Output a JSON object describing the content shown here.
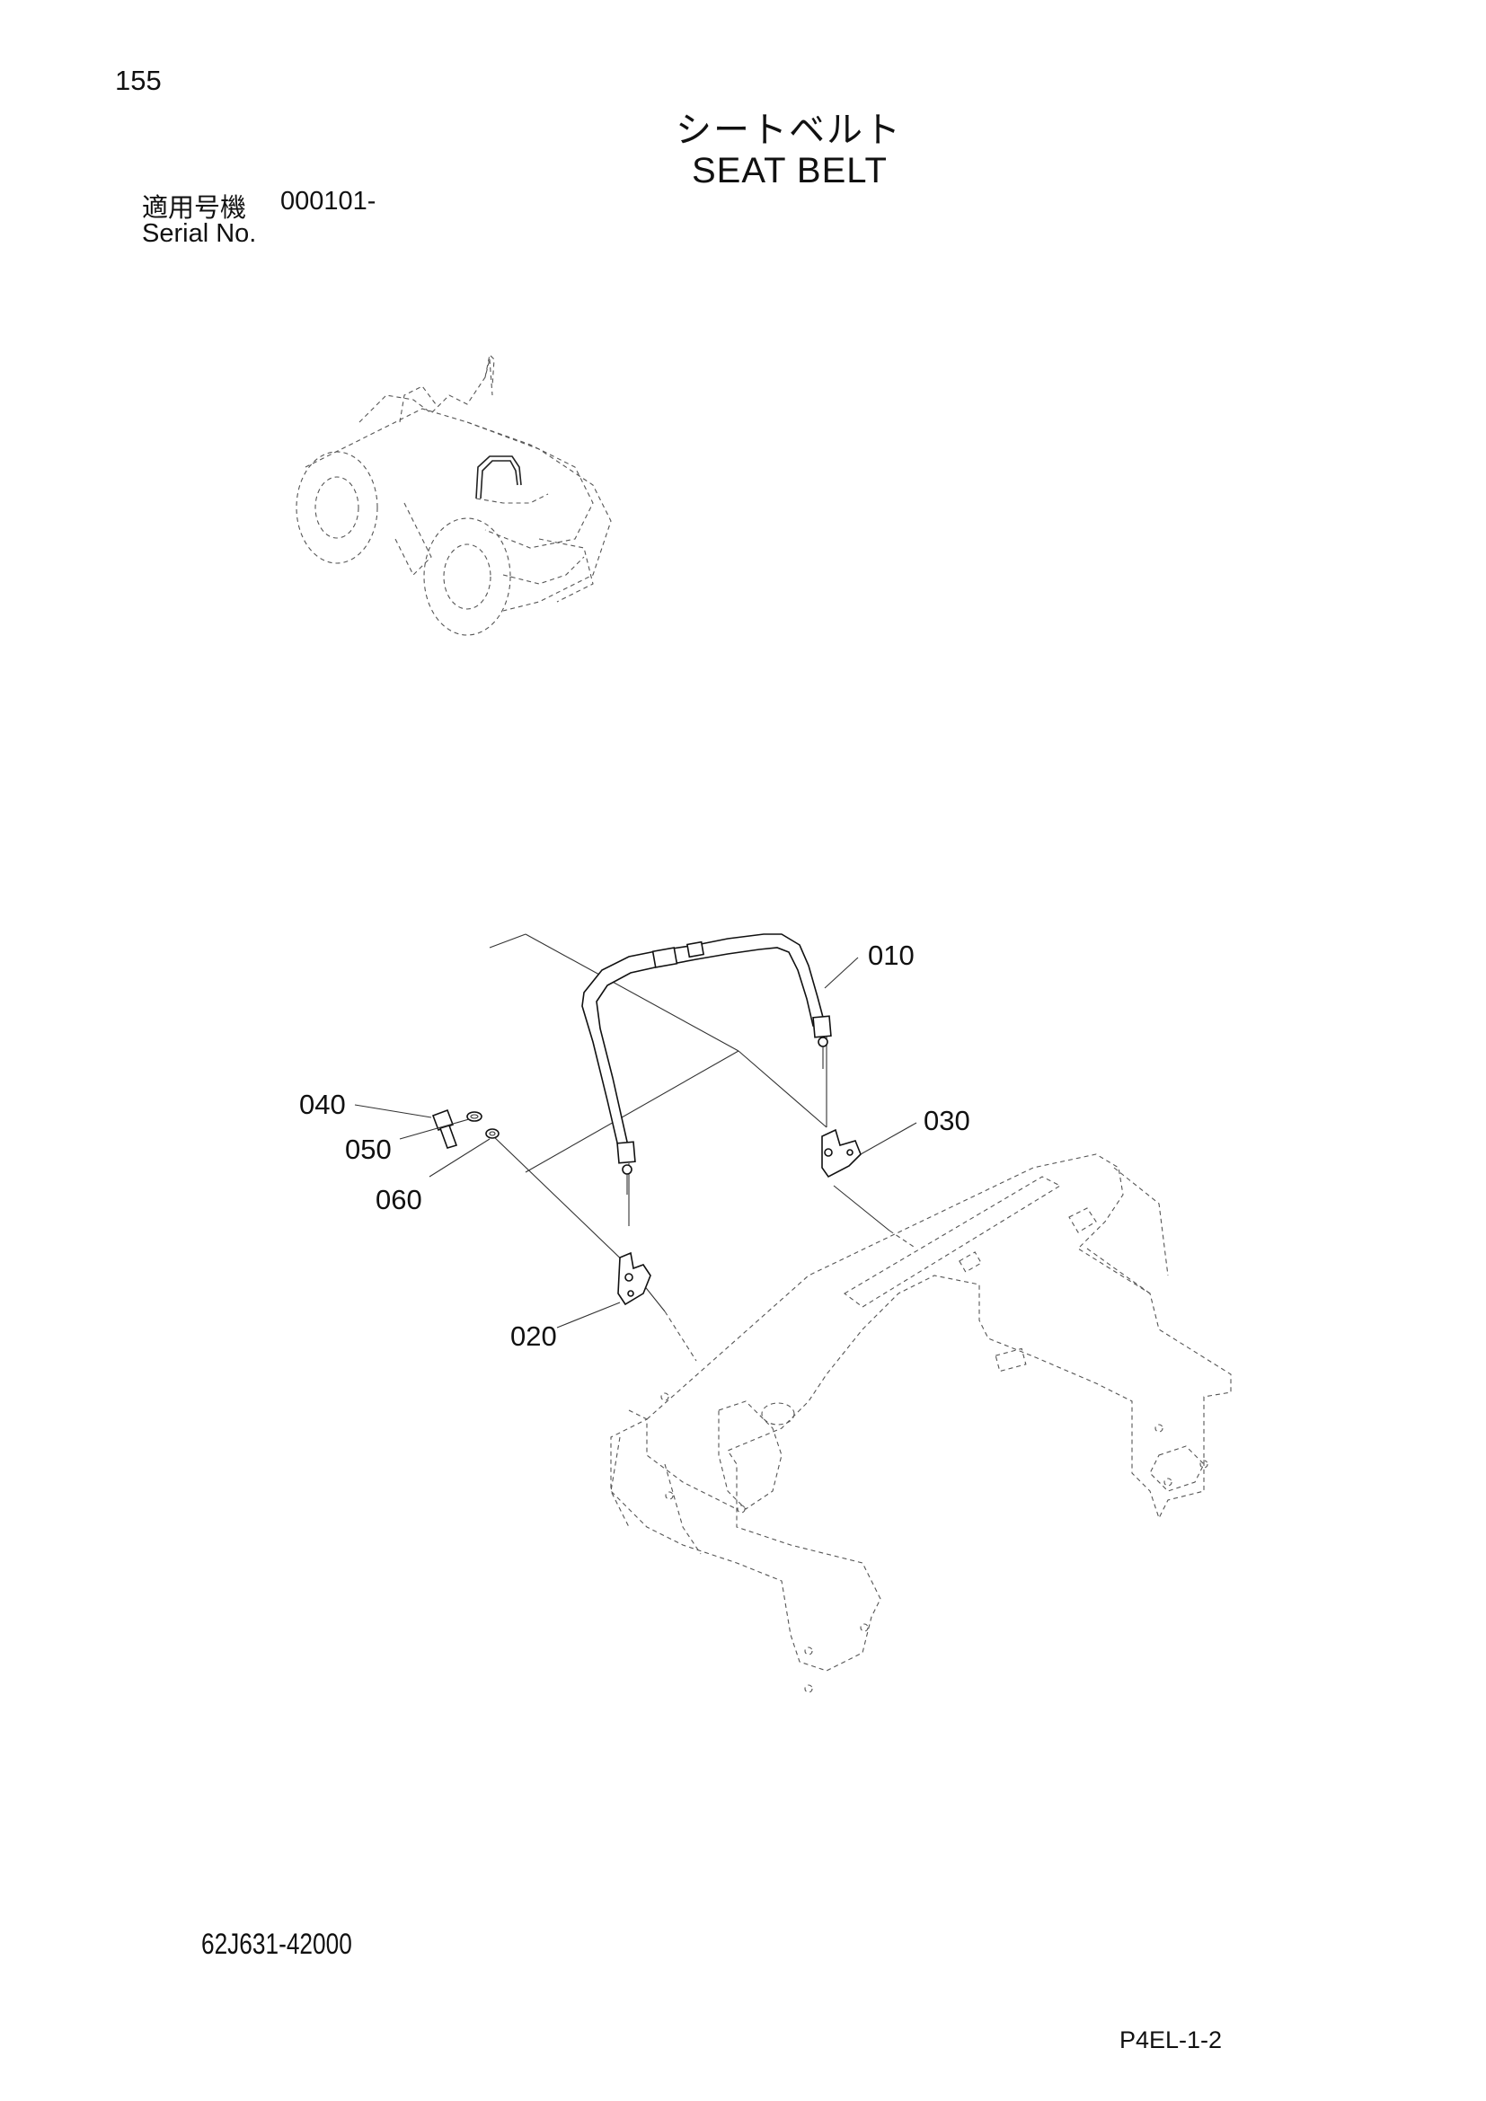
{
  "header": {
    "page_number": "155",
    "title_jp": "シートベルト",
    "title_en": "SEAT BELT",
    "serial_label_jp": "適用号機",
    "serial_value": "000101-",
    "serial_label_en": "Serial No."
  },
  "callouts": [
    {
      "id": "010",
      "label": "010"
    },
    {
      "id": "020",
      "label": "020"
    },
    {
      "id": "030",
      "label": "030"
    },
    {
      "id": "040",
      "label": "040"
    },
    {
      "id": "050",
      "label": "050"
    },
    {
      "id": "060",
      "label": "060"
    }
  ],
  "footer": {
    "drawing_number": "62J631-42000",
    "page_code": "P4EL-1-2"
  }
}
